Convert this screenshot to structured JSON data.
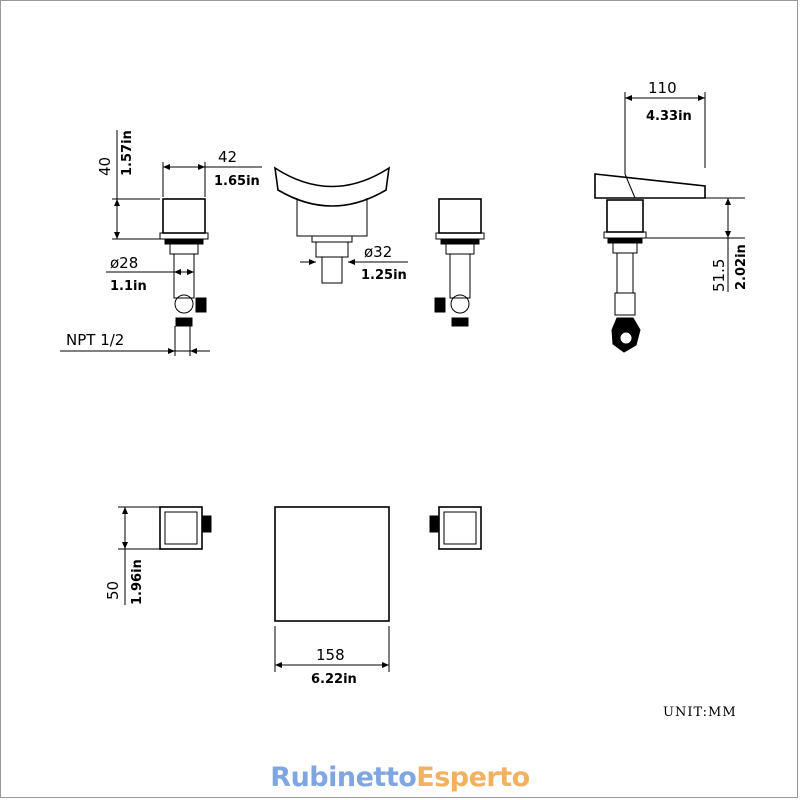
{
  "dimensions": {
    "handle_height_mm": "40",
    "handle_height_in": "1.57in",
    "handle_width_mm": "42",
    "handle_width_in": "1.65in",
    "shank_dia_mm": "ø28",
    "shank_dia_in": "1.1in",
    "thread": "NPT 1/2",
    "spout_dia_mm": "ø32",
    "spout_dia_in": "1.25in",
    "spout_reach_mm": "110",
    "spout_reach_in": "4.33in",
    "spout_height_mm": "51.5",
    "spout_height_in": "2.02in",
    "handle_depth_mm": "50",
    "handle_depth_in": "1.96in",
    "spout_width_mm": "158",
    "spout_width_in": "6.22in"
  },
  "unit_note": "UNIT:MM",
  "brand": {
    "part1": "Rubinetto",
    "part2": "Esperto"
  }
}
